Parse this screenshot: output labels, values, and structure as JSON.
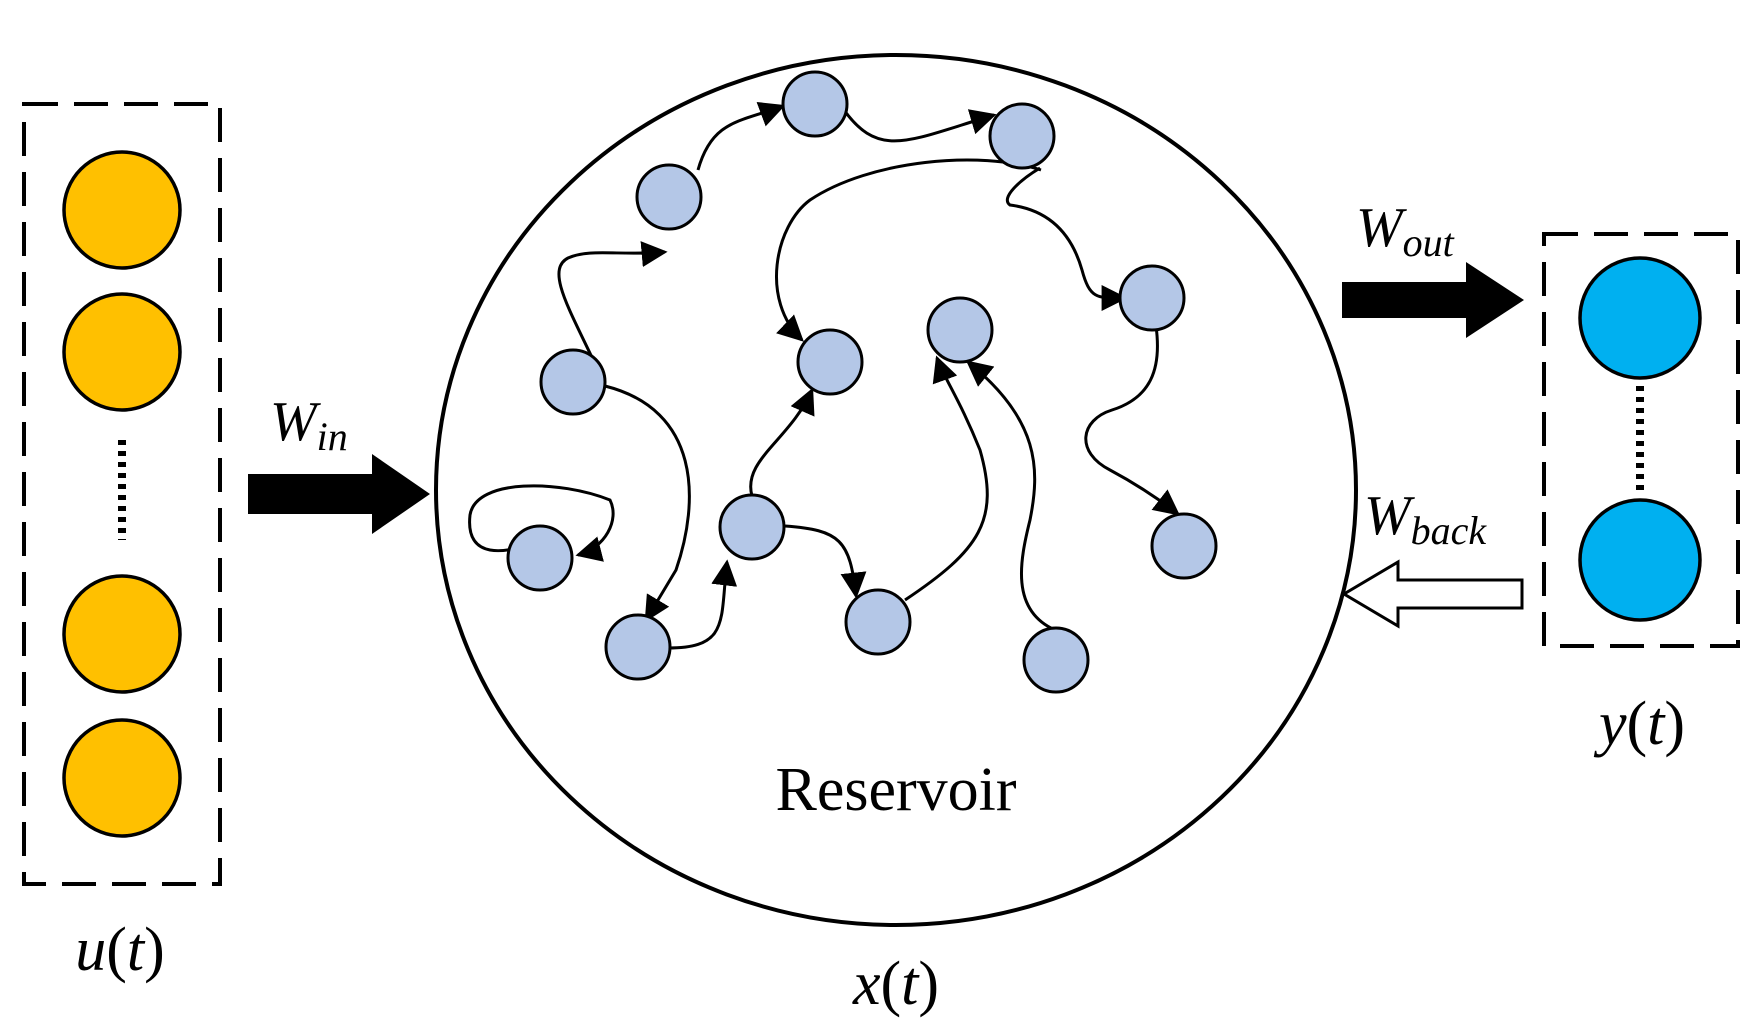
{
  "input": {
    "label": "u(t)",
    "label_parts": {
      "var": "u",
      "open": "(",
      "arg": "t",
      "close": ")"
    },
    "node_color": "#FFC000",
    "ellipsis": "dotted"
  },
  "reservoir": {
    "caption": "Reservoir",
    "state_label": "x(t)",
    "state_label_parts": {
      "var": "x",
      "open": "(",
      "arg": "t",
      "close": ")"
    },
    "node_color": "#B4C7E7"
  },
  "output": {
    "label": "y(t)",
    "label_parts": {
      "var": "y",
      "open": "(",
      "arg": "t",
      "close": ")"
    },
    "node_color": "#00B0F0"
  },
  "weights": {
    "in": {
      "base": "W",
      "sub": "in"
    },
    "out": {
      "base": "W",
      "sub": "out"
    },
    "back": {
      "base": "W",
      "sub": "back"
    }
  },
  "arrow_icons": {
    "input_to_reservoir": "solid-right-arrow-icon",
    "reservoir_to_output": "solid-right-arrow-icon",
    "output_feedback": "hollow-left-arrow-icon"
  }
}
